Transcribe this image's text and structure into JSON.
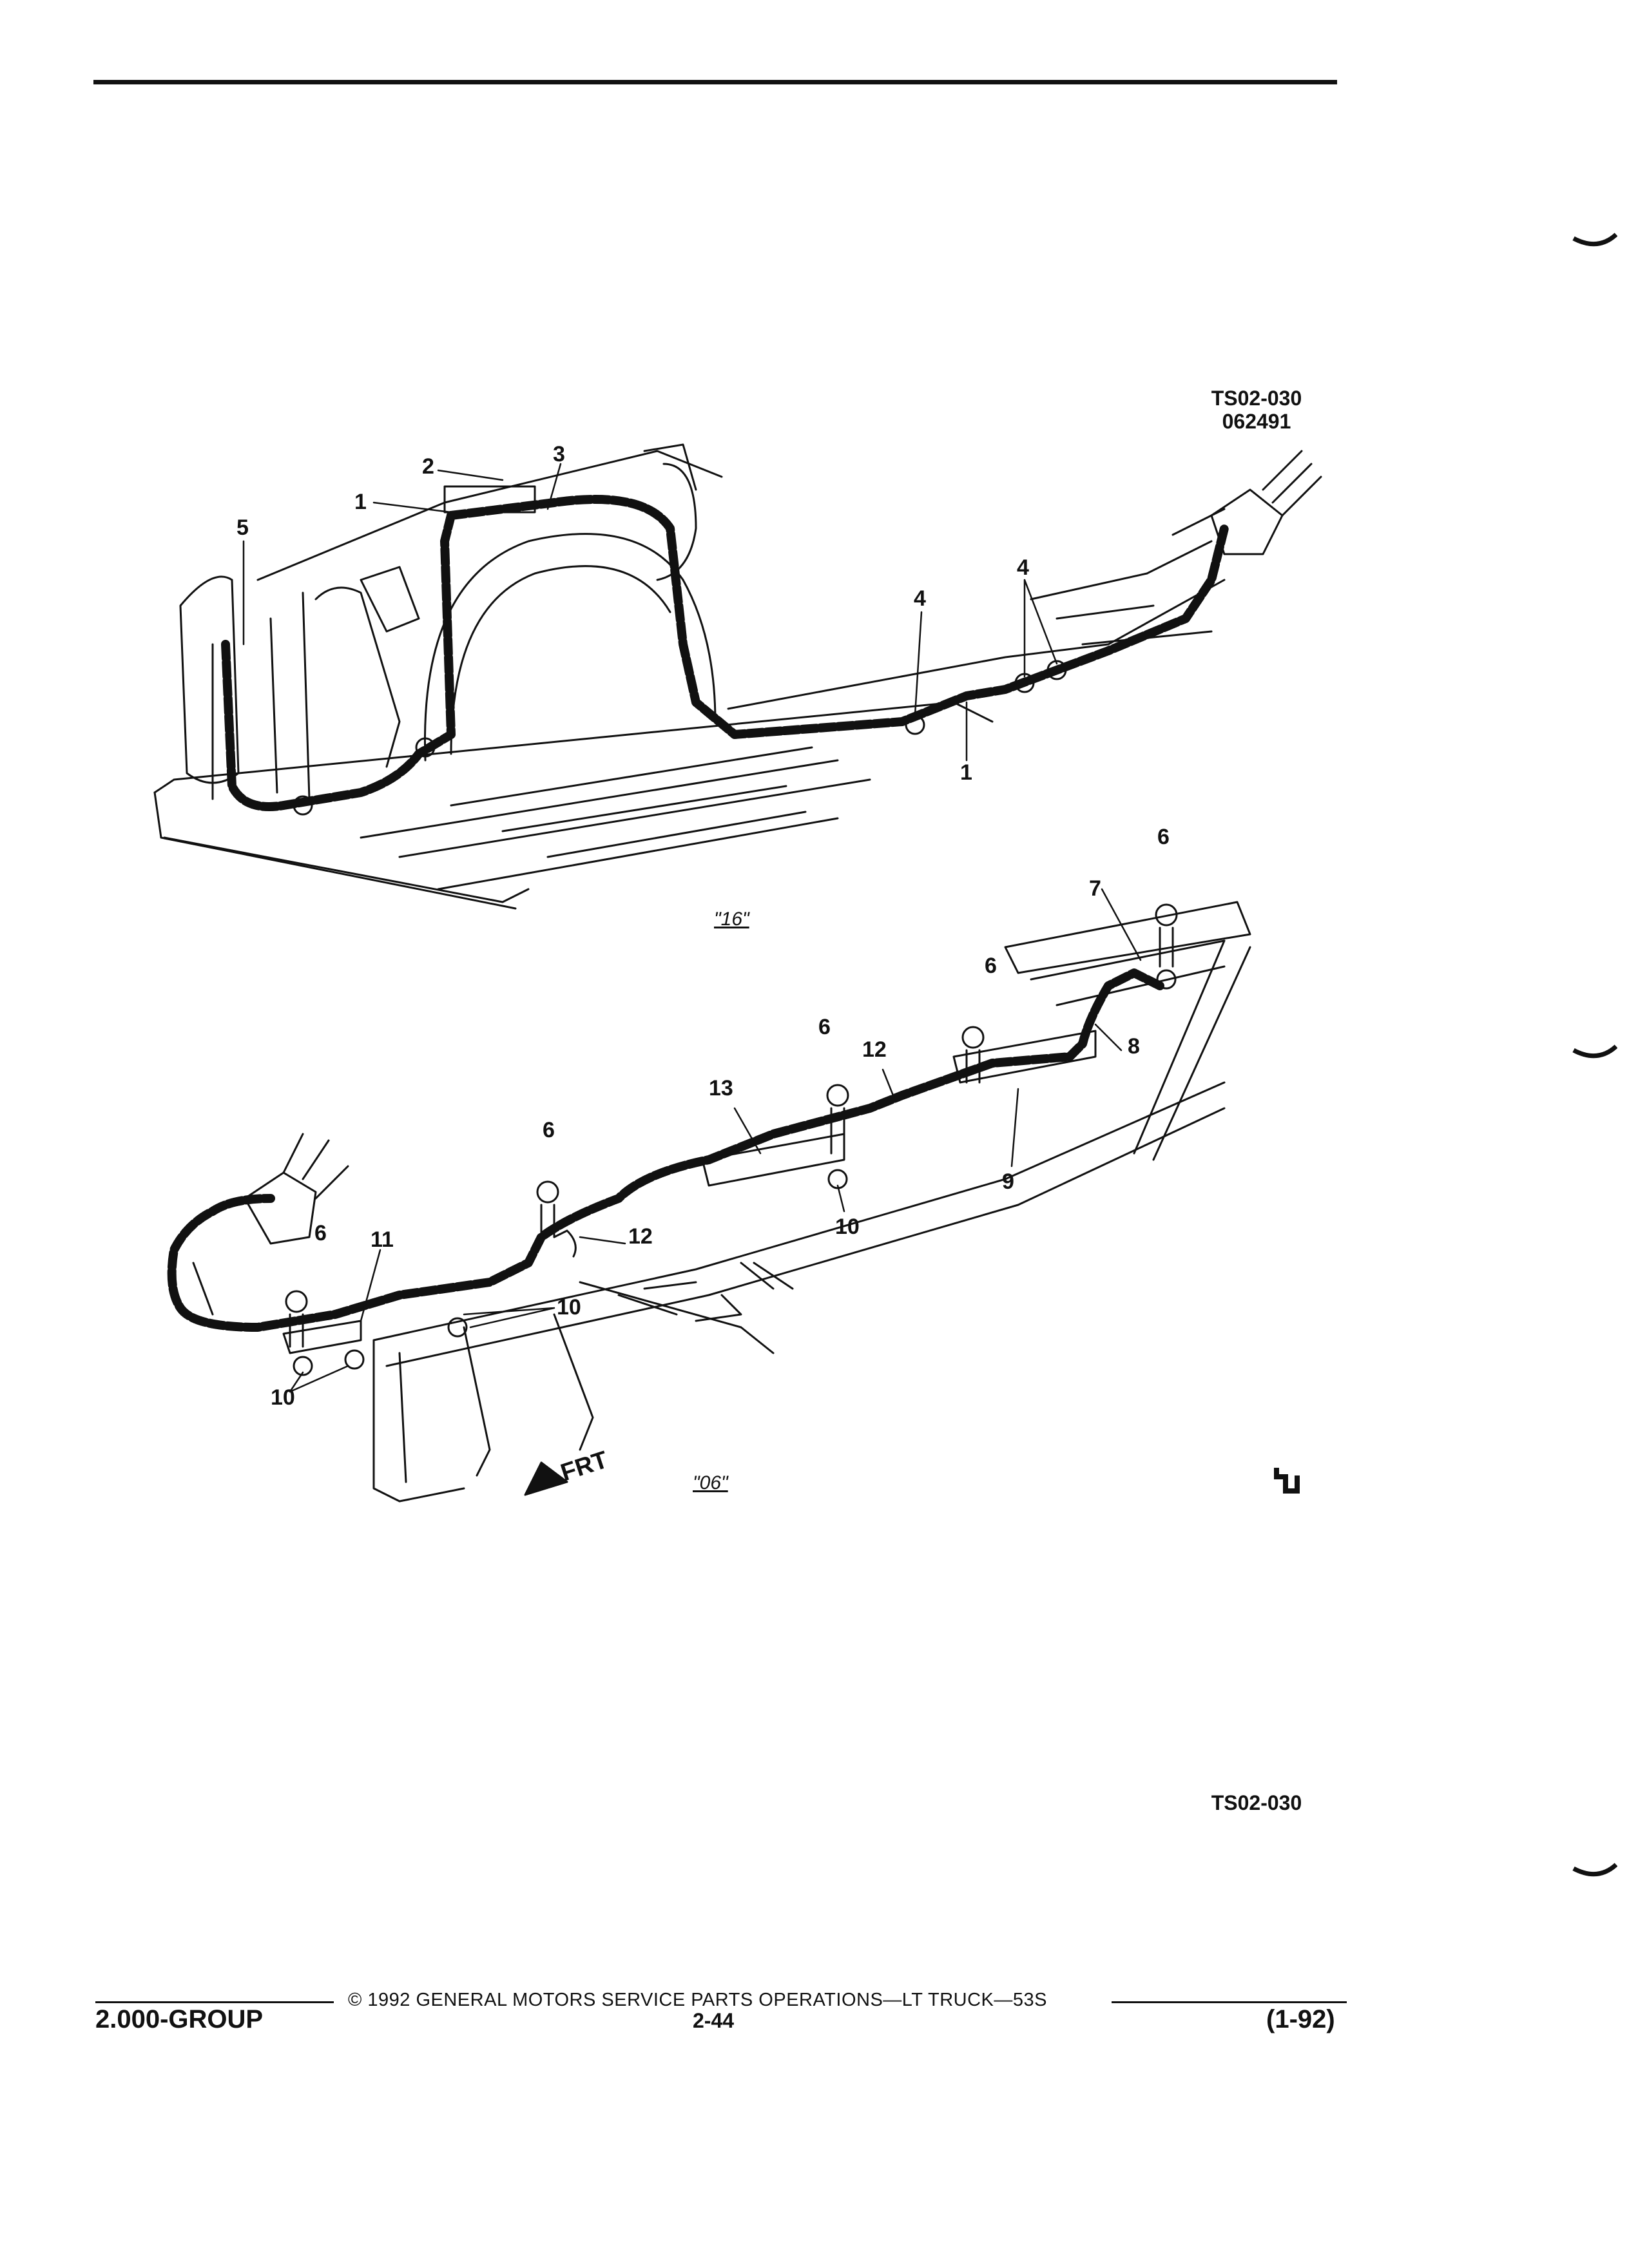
{
  "diagram": {
    "ref_top": "TS02-030",
    "ref_date": "062491",
    "ref_bottom": "TS02-030",
    "view_16": "\"16\"",
    "view_06": "\"06\"",
    "front_arrow": "FRT",
    "callouts_16": [
      "1",
      "2",
      "3",
      "4",
      "4",
      "1",
      "5"
    ],
    "callouts_06": [
      "6",
      "7",
      "6",
      "8",
      "6",
      "12",
      "13",
      "9",
      "6",
      "10",
      "12",
      "6",
      "11",
      "10",
      "10"
    ]
  },
  "footer": {
    "copyright": "© 1992 GENERAL MOTORS SERVICE PARTS OPERATIONS—LT TRUCK—53S",
    "group": "2.000-GROUP",
    "page": "2-44",
    "revision": "(1-92)"
  }
}
